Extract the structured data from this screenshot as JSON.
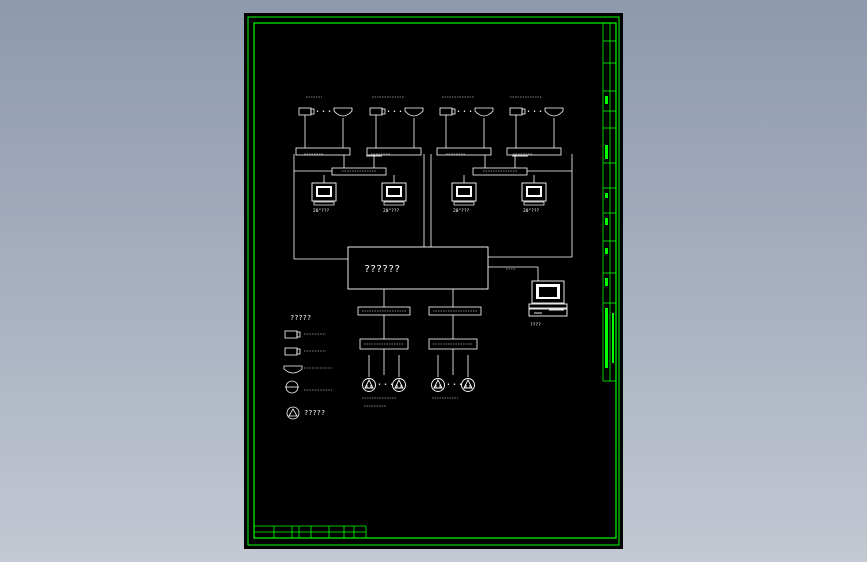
{
  "sheet": {
    "theme": {
      "frame_color": "#00ff00",
      "line_color": "#ffffff",
      "paper_color": "#000000",
      "background_top": "#8e99ad",
      "background_bottom": "#c3c8d2"
    }
  },
  "diagram": {
    "center_box_label": "??????",
    "monitor_labels": [
      "20\"???",
      "20\"???",
      "20\"???",
      "20\"???"
    ],
    "pc_label": "????",
    "legend_title": "?????",
    "legend_last_label": "?????",
    "side_dots": "• • •"
  }
}
